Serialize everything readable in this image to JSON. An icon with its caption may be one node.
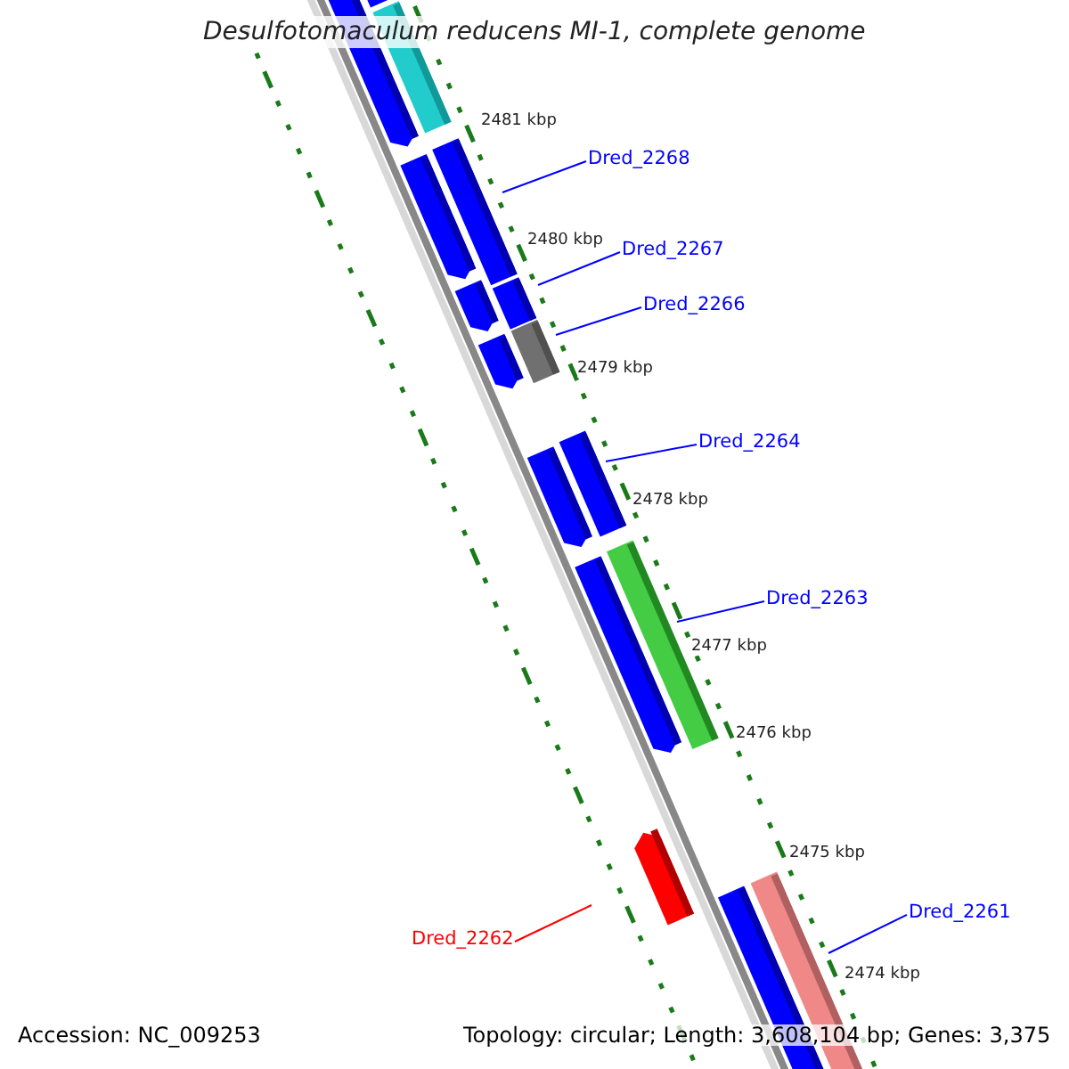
{
  "diagram": {
    "title": "Desulfotomaculum reducens MI-1, complete genome",
    "nodes": [
      {
        "text": [
          "Dred_2268"
        ]
      },
      {
        "text": [
          "Dred_2267"
        ]
      },
      {
        "text": [
          "Dred_2266"
        ]
      },
      {
        "text": [
          "Dred_2264"
        ]
      },
      {
        "text": [
          "Dred_2263"
        ]
      },
      {
        "text": [
          "Dred_2262"
        ]
      },
      {
        "text": [
          "Dred_2261"
        ]
      }
    ],
    "edges": [
      {
        "from": 0,
        "to": null,
        "arrow": "none"
      },
      {
        "from": 1,
        "to": null,
        "arrow": "none"
      },
      {
        "from": 2,
        "to": null,
        "arrow": "none"
      },
      {
        "from": 3,
        "to": null,
        "arrow": "none"
      },
      {
        "from": 4,
        "to": null,
        "arrow": "none"
      },
      {
        "from": 5,
        "to": null,
        "arrow": "none",
        "color": "#ff0000"
      },
      {
        "from": 6,
        "to": null,
        "arrow": "none"
      }
    ],
    "labels": [
      "2481 kbp",
      "2480 kbp",
      "2479 kbp",
      "2478 kbp",
      "2477 kbp",
      "2476 kbp",
      "2475 kbp",
      "2474 kbp",
      "Accession: NC_009253",
      "Topology: circular; Length: 3,608,104 bp; Genes: 3,375"
    ]
  }
}
